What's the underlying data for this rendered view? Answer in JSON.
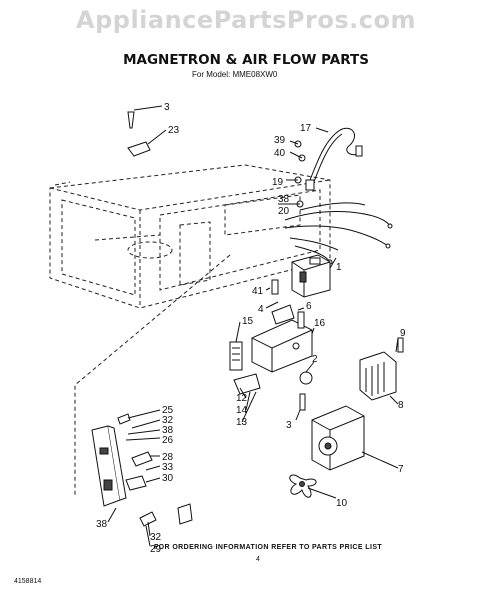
{
  "watermark": "AppliancePartsPros.com",
  "title": "MAGNETRON & AIR FLOW PARTS",
  "subtitle": "For Model: MME08XW0",
  "footer_note": "FOR ORDERING INFORMATION REFER TO PARTS PRICE LIST",
  "page_number": "4",
  "doc_number": "4158814",
  "callouts": [
    "3",
    "23",
    "17",
    "39",
    "40",
    "19",
    "38",
    "20",
    "1",
    "41",
    "4",
    "6",
    "15",
    "16",
    "2",
    "9",
    "12",
    "14",
    "13",
    "3",
    "8",
    "7",
    "10",
    "25",
    "32",
    "38",
    "26",
    "28",
    "33",
    "30",
    "38",
    "32",
    "29"
  ]
}
